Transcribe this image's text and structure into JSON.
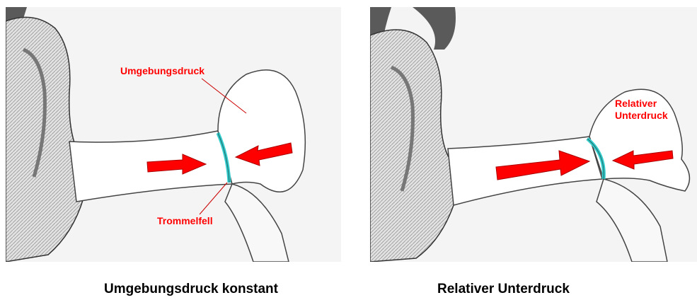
{
  "left_panel": {
    "label_pressure": "Umgebungsdruck",
    "label_eardrum": "Trommelfell",
    "caption": "Umgebungsdruck konstant"
  },
  "right_panel": {
    "label_line1": "Relativer",
    "label_line2": "Unterdruck",
    "caption": "Relativer Unterdruck"
  },
  "colors": {
    "arrow": "#ff0000",
    "label": "#ff0000",
    "eardrum": "#33cccc",
    "background_dark": "#555555"
  }
}
